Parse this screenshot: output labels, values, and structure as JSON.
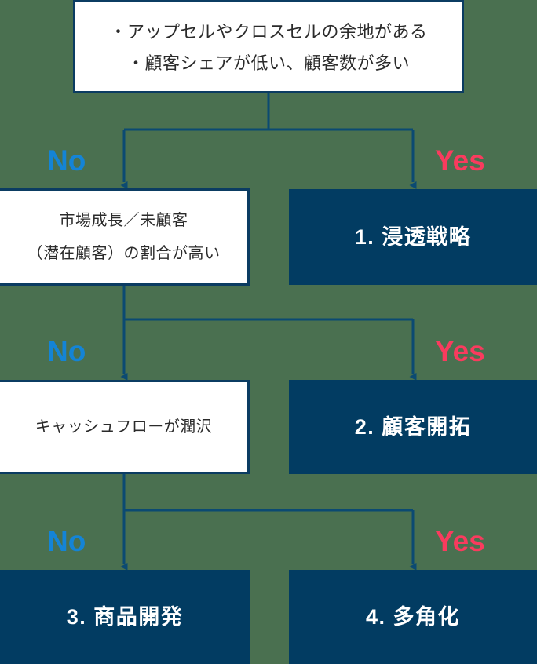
{
  "diagram": {
    "title": "Ansoff growth strategy decision flowchart",
    "background_color": "#4a7050",
    "colors": {
      "navy": "#023c62",
      "border_navy": "#0b3c62",
      "connector": "#0b4a72",
      "no_label": "#1484d6",
      "yes_label": "#f93b5e",
      "white_box": "#ffffff",
      "text_dark": "#2b2b2b",
      "text_light": "#ffffff"
    }
  },
  "criteria": {
    "line1": "・アップセルやクロスセルの余地がある",
    "line2": "・顧客シェアが低い、顧客数が多い"
  },
  "decisions": [
    {
      "id": "decision-1",
      "line1": "市場成長／未顧客",
      "line2": "（潜在顧客）の割合が高い"
    },
    {
      "id": "decision-2",
      "line1": "キャッシュフローが潤沢"
    }
  ],
  "outcomes": [
    {
      "id": "outcome-1",
      "label": "1. 浸透戦略"
    },
    {
      "id": "outcome-2",
      "label": "2. 顧客開拓"
    },
    {
      "id": "outcome-3",
      "label": "3. 商品開発"
    },
    {
      "id": "outcome-4",
      "label": "4. 多角化"
    }
  ],
  "branches": [
    {
      "no": "No",
      "yes": "Yes"
    },
    {
      "no": "No",
      "yes": "Yes"
    },
    {
      "no": "No",
      "yes": "Yes"
    }
  ]
}
